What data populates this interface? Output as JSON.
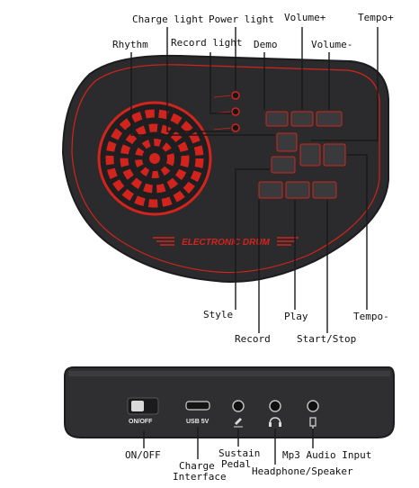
{
  "callouts": {
    "charge_light": "Charge light",
    "power_light": "Power light",
    "volume_plus": "Volume+",
    "tempo_plus": "Tempo+",
    "rhythm": "Rhythm",
    "record_light": "Record light",
    "demo": "Demo",
    "volume_minus": "Volume-",
    "style": "Style",
    "play": "Play",
    "tempo_minus": "Tempo-",
    "record": "Record",
    "start_stop": "Start/Stop",
    "on_off": "ON/OFF",
    "charge_interface_line1": "Charge",
    "charge_interface_line2": "Interface",
    "sustain_pedal_line1": "Sustain",
    "sustain_pedal_line2": "Pedal",
    "mp3_audio_input": "Mp3 Audio Input",
    "headphone_speaker": "Headphone/Speaker"
  },
  "device": {
    "brand_text": "ELECTRONIC DRUM",
    "on_off_label": "ON/OFF",
    "usb_label": "USB 5V"
  },
  "colors": {
    "body": "#2b2b2d",
    "accent_red": "#d2241c",
    "button": "#3a3a3c",
    "leader": "#1a1a1a"
  },
  "icons": {
    "sustain_pedal": "pedal-icon",
    "headphone": "headphone-icon",
    "mp3_input": "plug-icon"
  }
}
